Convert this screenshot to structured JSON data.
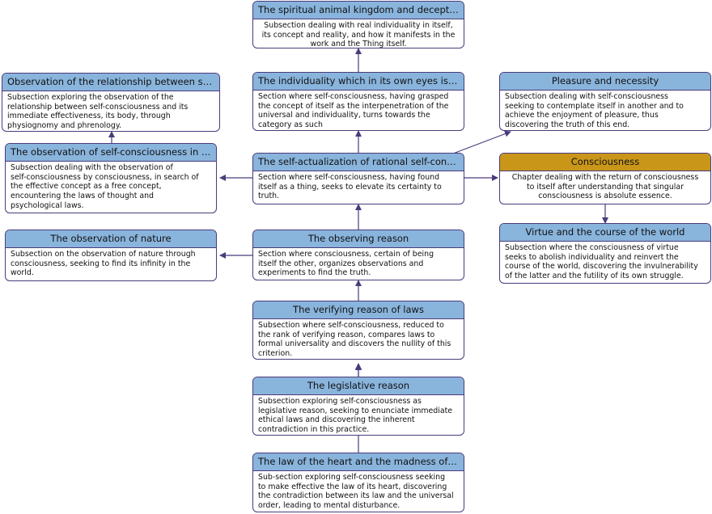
{
  "colors": {
    "header": "#89b4dc",
    "header_highlight": "#c9961a",
    "border": "#4a3b7c",
    "edge": "#4a3b7c"
  },
  "nodes": {
    "spiritual_animal": {
      "title": "The spiritual animal kingdom and deception, ...",
      "text": "Subsection dealing with real individuality in itself,\nits concept and reality, and how it manifests in the\nwork and the Thing itself."
    },
    "observation_relationship": {
      "title": "Observation of the relationship between self-co...",
      "text": "Subsection exploring the observation of the\nrelationship between self-consciousness and its\nimmediate effectiveness, its body, through\nphysiognomy and phrenology."
    },
    "individuality_real": {
      "title": "The individuality which in its own eyes is real i...",
      "text": "Section where self-consciousness, having grasped\nthe concept of itself as the interpenetration of the\nuniversal and individuality, turns towards the\ncategory as such"
    },
    "pleasure_necessity": {
      "title": "Pleasure and necessity",
      "text": "Subsection dealing with self-consciousness\nseeking to contemplate itself in another and to\nachieve the enjoyment of pleasure, thus\ndiscovering the truth of this end."
    },
    "observation_self_consciousness": {
      "title": "The observation of self-consciousness in its p...",
      "text": "Subsection dealing with the observation of\nself-consciousness by consciousness, in search of\nthe effective concept as a free concept,\nencountering the laws of thought and\npsychological laws."
    },
    "self_actualization": {
      "title": "The self-actualization of rational self-conscio...",
      "text": "Section where self-consciousness, having found\nitself as a thing, seeks to elevate its certainty to\ntruth."
    },
    "consciousness": {
      "title": "Consciousness",
      "text": "Chapter dealing with the return of consciousness\nto itself after understanding that singular\nconsciousness is absolute essence."
    },
    "observation_nature": {
      "title": "The observation of nature",
      "text": "Subsection on the observation of nature through\nconsciousness, seeking to find its infinity in the\nworld."
    },
    "observing_reason": {
      "title": "The observing reason",
      "text": "Section where consciousness, certain of being\nitself the other, organizes observations and\nexperiments to find the truth."
    },
    "virtue_course": {
      "title": "Virtue and the course of the world",
      "text": "Subsection where the consciousness of virtue\nseeks to abolish individuality and reinvert the\ncourse of the world, discovering the invulnerability\nof the latter and the futility of its own struggle."
    },
    "verifying_reason": {
      "title": "The verifying reason of laws",
      "text": "Subsection where self-consciousness, reduced to\nthe rank of verifying reason, compares laws to\nformal universality and discovers the nullity of this\ncriterion."
    },
    "legislative_reason": {
      "title": "The legislative reason",
      "text": "Subsection exploring self-consciousness as\nlegislative reason, seeking to enunciate immediate\nethical laws and discovering the inherent\ncontradiction in this practice."
    },
    "law_of_heart": {
      "title": "The law of the heart and the madness of infat...",
      "text": "Sub-section exploring self-consciousness seeking\nto make effective the law of its heart, discovering\nthe contradiction between its law and the universal\norder, leading to mental disturbance."
    }
  }
}
